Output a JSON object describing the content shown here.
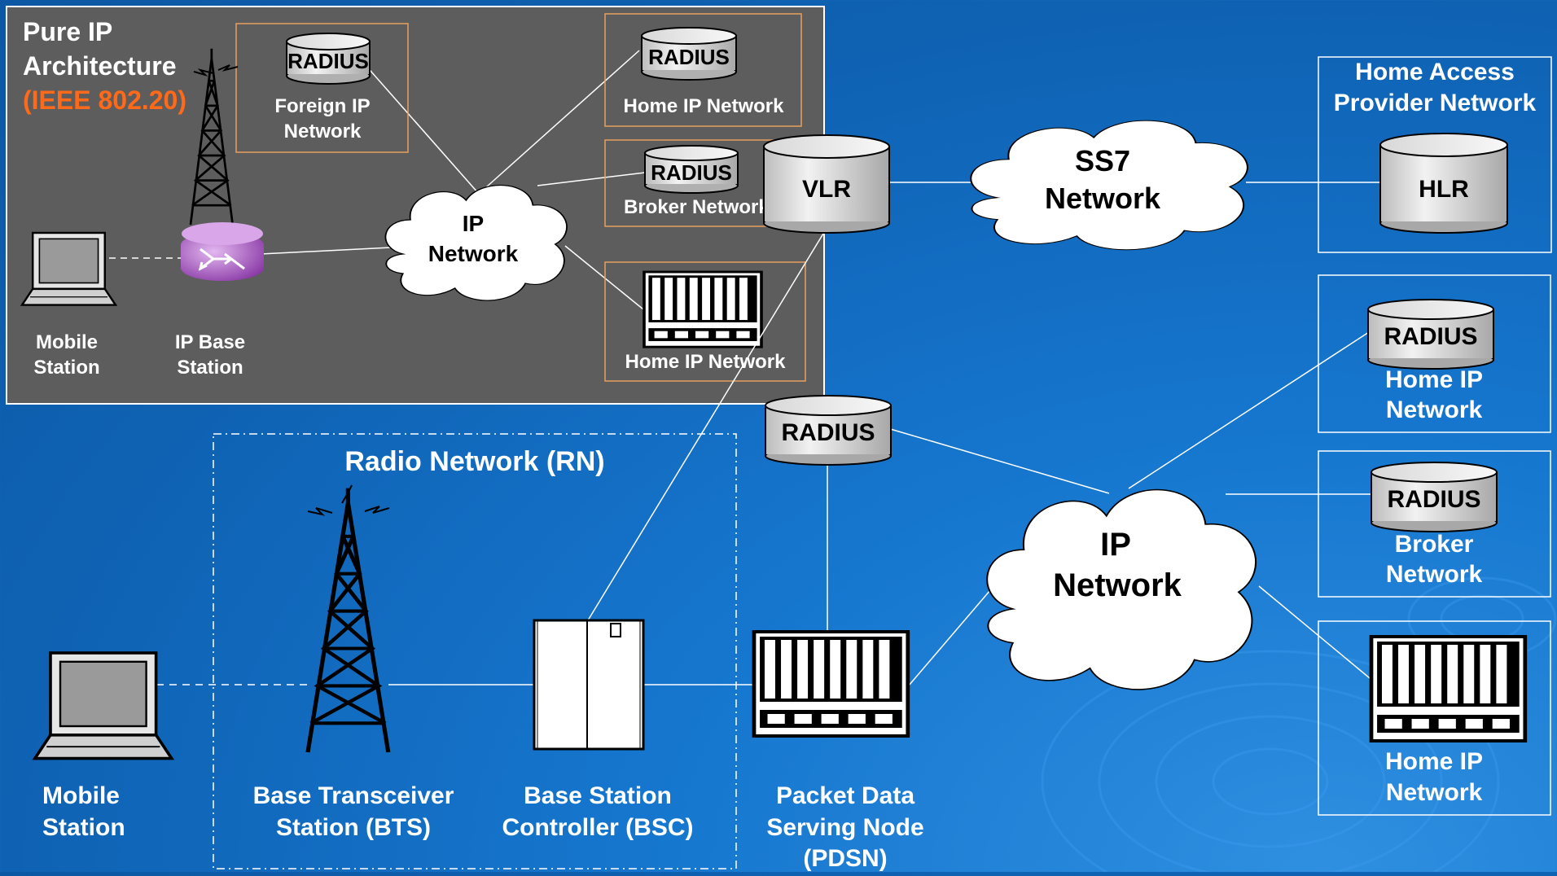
{
  "colors": {
    "background": "#1268c0",
    "pure_ip_panel": "#5d5d5d",
    "highlight_orange": "#ff6a1a",
    "box_border": "#ffffff",
    "panel_box_border": "#e8a060",
    "line": "#ffffff"
  },
  "pure_ip_panel": {
    "title_line1": "Pure IP",
    "title_line2": "Architecture",
    "standard": "(IEEE 802.20)",
    "mobile_station_line1": "Mobile",
    "mobile_station_line2": "Station",
    "ip_base_station_line1": "IP Base",
    "ip_base_station_line2": "Station",
    "ip_network_cloud_line1": "IP",
    "ip_network_cloud_line2": "Network",
    "foreign_radius": "RADIUS",
    "foreign_net_line1": "Foreign IP",
    "foreign_net_line2": "Network",
    "home_radius": "RADIUS",
    "home_net": "Home IP Network",
    "broker_radius": "RADIUS",
    "broker_net": "Broker Network",
    "home_router_net": "Home IP Network"
  },
  "vlr": {
    "label": "VLR"
  },
  "ss7": {
    "line1": "SS7",
    "line2": "Network"
  },
  "home_access": {
    "line1": "Home Access",
    "line2": "Provider Network",
    "hlr": "HLR"
  },
  "right_home_radius": {
    "radius": "RADIUS",
    "line1": "Home IP",
    "line2": "Network"
  },
  "right_broker": {
    "radius": "RADIUS",
    "line1": "Broker",
    "line2": "Network"
  },
  "right_home_router": {
    "line1": "Home IP",
    "line2": "Network"
  },
  "mid_radius": {
    "label": "RADIUS"
  },
  "main_ip_cloud": {
    "line1": "IP",
    "line2": "Network"
  },
  "radio_network": {
    "title": "Radio Network (RN)"
  },
  "bottom_labels": {
    "mobile_line1": "Mobile",
    "mobile_line2": "Station",
    "bts_line1": "Base Transceiver",
    "bts_line2": "Station (BTS)",
    "bsc_line1": "Base Station",
    "bsc_line2": "Controller (BSC)",
    "pdsn_line1": "Packet Data",
    "pdsn_line2": "Serving Node",
    "pdsn_line3": "(PDSN)"
  }
}
